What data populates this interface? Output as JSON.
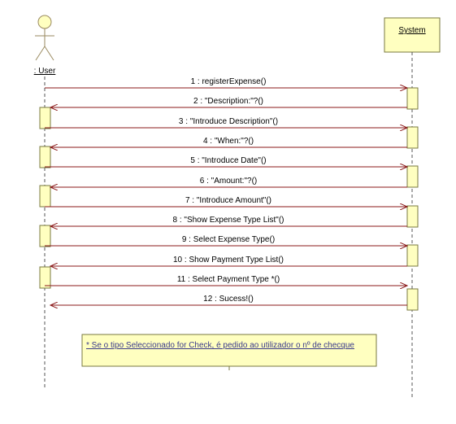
{
  "diagram": {
    "type": "sequence",
    "participants": {
      "user": {
        "label": ": User"
      },
      "system": {
        "label": "System"
      }
    },
    "colors": {
      "message_line": "#8b1a1a",
      "box_fill": "#ffffc0",
      "box_stroke": "#7a7a40",
      "lifeline": "#555555",
      "actor": "#9a8a60",
      "note_text": "#3a3a8a"
    },
    "messages": [
      {
        "n": 1,
        "label": "1 : registerExpense()",
        "from": "user",
        "to": "system"
      },
      {
        "n": 2,
        "label": "2 : \"Description:\"?()",
        "from": "system",
        "to": "user"
      },
      {
        "n": 3,
        "label": "3 : \"Introduce Description\"()",
        "from": "user",
        "to": "system"
      },
      {
        "n": 4,
        "label": "4 : \"When:\"?()",
        "from": "system",
        "to": "user"
      },
      {
        "n": 5,
        "label": "5 : \"Introduce Date\"()",
        "from": "user",
        "to": "system"
      },
      {
        "n": 6,
        "label": "6 : \"Amount:\"?()",
        "from": "system",
        "to": "user"
      },
      {
        "n": 7,
        "label": "7 : \"Introduce Amount\"()",
        "from": "user",
        "to": "system"
      },
      {
        "n": 8,
        "label": "8 : \"Show Expense Type List\"()",
        "from": "system",
        "to": "user"
      },
      {
        "n": 9,
        "label": "9 : Select Expense Type()",
        "from": "user",
        "to": "system"
      },
      {
        "n": 10,
        "label": "10 : Show Payment Type List()",
        "from": "system",
        "to": "user"
      },
      {
        "n": 11,
        "label": "11 : Select Payment Type *()",
        "from": "user",
        "to": "system"
      },
      {
        "n": 12,
        "label": "12 : Sucess!()",
        "from": "system",
        "to": "user"
      }
    ],
    "note": {
      "text": "* Se o tipo Seleccionado for Check, é pedido ao utilizador o nº de checque"
    }
  }
}
